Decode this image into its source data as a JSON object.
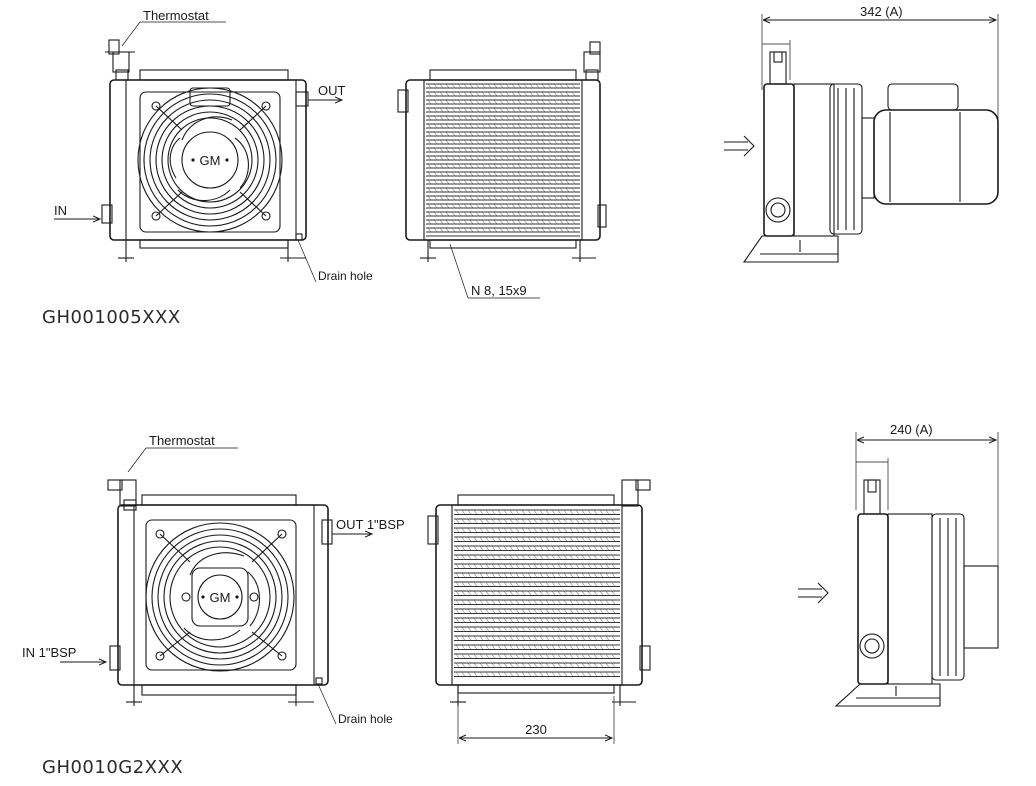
{
  "models": [
    {
      "code": "GH001005XXX",
      "labels": {
        "thermostat": "Thermostat",
        "out": "OUT",
        "in": "IN",
        "drain": "Drain hole",
        "fan_badge": "GM",
        "fins": "N 8, 15x9",
        "side_dimension": "342 (A)"
      }
    },
    {
      "code": "GH0010G2XXX",
      "labels": {
        "thermostat": "Thermostat",
        "out": "OUT 1\"BSP",
        "in": "IN 1\"BSP",
        "drain": "Drain hole",
        "fan_badge": "GM",
        "width_dimension": "230",
        "side_dimension": "240 (A)"
      }
    }
  ],
  "flow_arrow_icon": "double-arrow-right-icon"
}
